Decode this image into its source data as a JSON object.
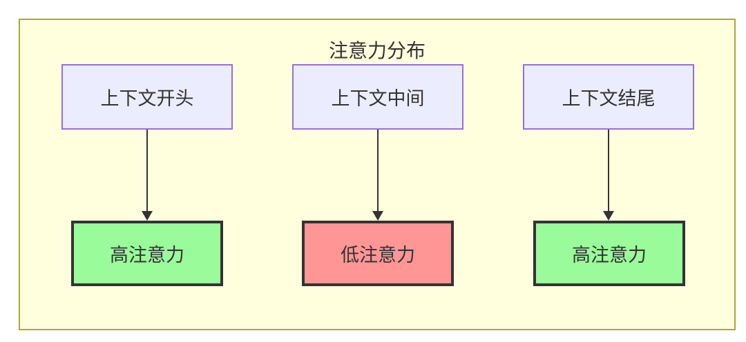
{
  "diagram": {
    "title": "注意力分布",
    "columns": [
      {
        "source": "上下文开头",
        "target": "高注意力",
        "attention": "high"
      },
      {
        "source": "上下文中间",
        "target": "低注意力",
        "attention": "low"
      },
      {
        "source": "上下文结尾",
        "target": "高注意力",
        "attention": "high"
      }
    ],
    "colors": {
      "page_bg": "#ffffff",
      "cluster_fill": "#ffffde",
      "cluster_border": "#aaaa33",
      "source_fill": "#ececff",
      "source_border": "#9370db",
      "high_fill": "#99fb99",
      "low_fill": "#ff9696",
      "target_border": "#333333",
      "arrow_color": "#333333",
      "text_color": "#333333"
    }
  }
}
